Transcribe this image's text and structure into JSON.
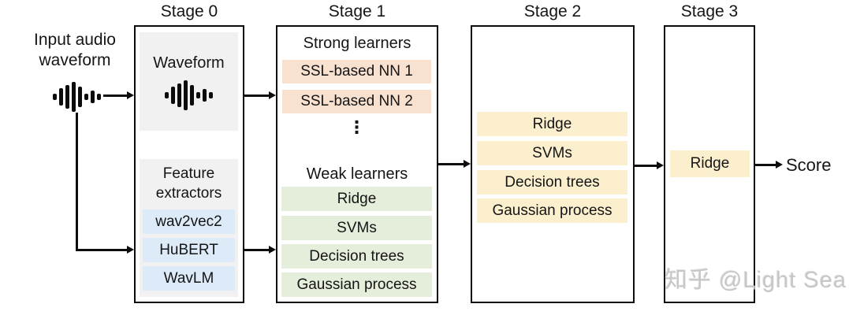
{
  "colors": {
    "box_border": "#0d0d0d",
    "gray_block": "#f1f1f1",
    "blue_item": "#dcebf7",
    "orange_item": "#f9e1d0",
    "green_item": "#e4eeda",
    "yellow_item": "#fbefcd",
    "watermark_gray": "#c7c7c7"
  },
  "input": {
    "label": "Input audio waveform"
  },
  "stages": [
    {
      "label": "Stage 0",
      "waveform_block": {
        "title": "Waveform"
      },
      "feature_block": {
        "title": "Feature extractors",
        "items": [
          "wav2vec2",
          "HuBERT",
          "WavLM"
        ]
      }
    },
    {
      "label": "Stage 1",
      "strong_learners": {
        "title": "Strong learners",
        "items": [
          "SSL-based NN 1",
          "SSL-based NN 2"
        ],
        "ellipsis": "⋮"
      },
      "weak_learners": {
        "title": "Weak learners",
        "items": [
          "Ridge",
          "SVMs",
          "Decision trees",
          "Gaussian process"
        ]
      }
    },
    {
      "label": "Stage 2",
      "items": [
        "Ridge",
        "SVMs",
        "Decision trees",
        "Gaussian process"
      ]
    },
    {
      "label": "Stage 3",
      "items": [
        "Ridge"
      ]
    }
  ],
  "output": {
    "label": "Score"
  },
  "watermark": {
    "text": "知乎 @Light Sea"
  }
}
